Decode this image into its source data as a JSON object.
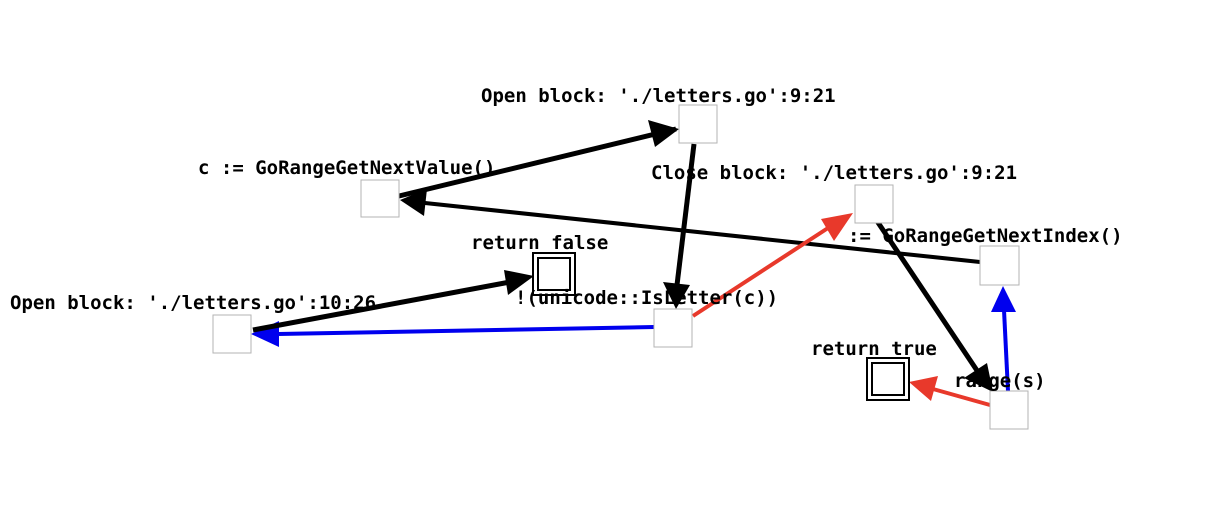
{
  "colors": {
    "black": "#000000",
    "red": "#e8392b",
    "blue": "#0000ee",
    "box_border": "#b3b3b3"
  },
  "nodes": [
    {
      "id": "open-block-9-21",
      "label": "Open block: './letters.go':9:21",
      "shape": "box"
    },
    {
      "id": "close-block-9-21",
      "label": "Close block: './letters.go':9:21",
      "shape": "box"
    },
    {
      "id": "range-get-next-value",
      "label": "c := GoRangeGetNextValue()",
      "shape": "box"
    },
    {
      "id": "range-get-next-index",
      "label": ":= GoRangeGetNextIndex()",
      "shape": "box"
    },
    {
      "id": "return-false",
      "label": "return false",
      "shape": "double-box"
    },
    {
      "id": "not-is-letter",
      "label": "!(unicode::IsLetter(c))",
      "shape": "box"
    },
    {
      "id": "open-block-10-26",
      "label": "Open block: './letters.go':10:26",
      "shape": "box"
    },
    {
      "id": "return-true",
      "label": "return true",
      "shape": "double-box"
    },
    {
      "id": "range-s",
      "label": "range(s)",
      "shape": "box"
    }
  ],
  "edges": [
    {
      "from": "range-get-next-value",
      "to": "open-block-9-21",
      "color": "black"
    },
    {
      "from": "open-block-9-21",
      "to": "not-is-letter",
      "color": "black"
    },
    {
      "from": "range-get-next-index",
      "to": "range-get-next-value",
      "color": "black"
    },
    {
      "from": "close-block-9-21",
      "to": "range-s",
      "color": "black"
    },
    {
      "from": "not-is-letter",
      "to": "close-block-9-21",
      "color": "red"
    },
    {
      "from": "not-is-letter",
      "to": "open-block-10-26",
      "color": "blue"
    },
    {
      "from": "open-block-10-26",
      "to": "return-false",
      "color": "black"
    },
    {
      "from": "range-s",
      "to": "range-get-next-index",
      "color": "blue"
    },
    {
      "from": "range-s",
      "to": "return-true",
      "color": "red"
    }
  ]
}
